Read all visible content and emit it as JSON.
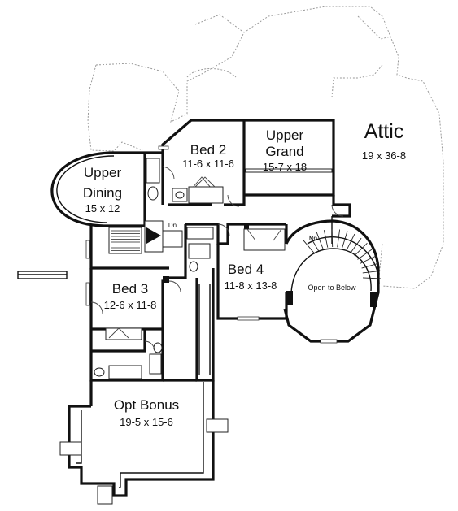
{
  "rooms": {
    "attic": {
      "name": "Attic",
      "size": "19 x 36-8"
    },
    "bed2": {
      "name": "Bed 2",
      "size": "11-6 x 11-6"
    },
    "upper_grand": {
      "name_line1": "Upper",
      "name_line2": "Grand",
      "size": "15-7 x 18"
    },
    "upper_dining": {
      "name_line1": "Upper",
      "name_line2": "Dining",
      "size": "15 x 12"
    },
    "bed4": {
      "name": "Bed 4",
      "size": "11-8 x 13-8"
    },
    "bed3": {
      "name": "Bed 3",
      "size": "12-6 x 11-8"
    },
    "opt_bonus": {
      "name": "Opt Bonus",
      "size": "19-5 x 15-6"
    },
    "open_to_below": {
      "name": "Open to Below"
    }
  },
  "stair_labels": {
    "dn_main": "Dn",
    "dn_spiral": "Dn"
  }
}
